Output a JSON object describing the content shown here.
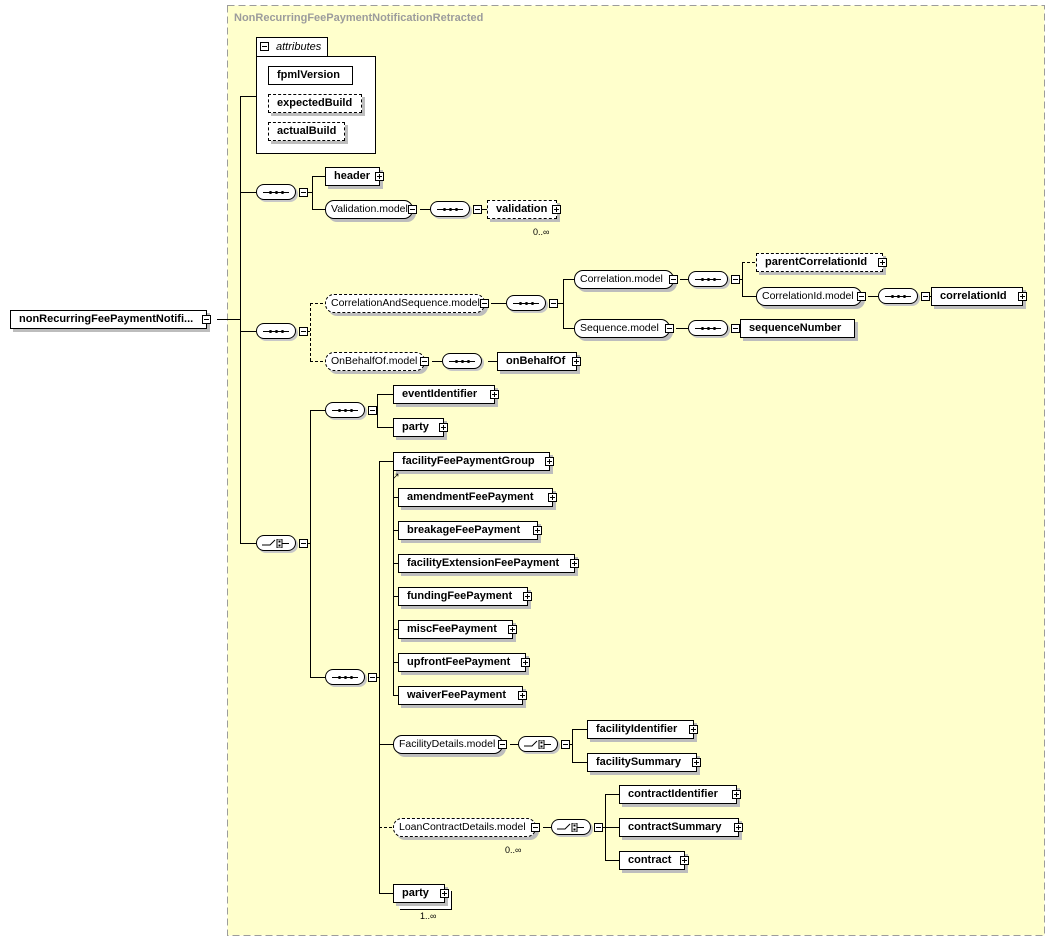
{
  "title": "NonRecurringFeePaymentNotificationRetracted",
  "root": "nonRecurringFeePaymentNotifi...",
  "attributes": {
    "label": "attributes",
    "items": [
      "fpmlVersion",
      "expectedBuild",
      "actualBuild"
    ]
  },
  "nodes": {
    "header": "header",
    "validation_model": "Validation.model",
    "validation": "validation",
    "validation_card": "0..∞",
    "correlation_and_sequence_model": "CorrelationAndSequence.model",
    "correlation_model": "Correlation.model",
    "parent_correlation_id": "parentCorrelationId",
    "correlation_id_model": "CorrelationId.model",
    "correlation_id": "correlationId",
    "sequence_model": "Sequence.model",
    "sequence_number": "sequenceNumber",
    "on_behalf_of_model": "OnBehalfOf.model",
    "on_behalf_of": "onBehalfOf",
    "event_identifier": "eventIdentifier",
    "party_1": "party",
    "facility_fee_payment_group": "facilityFeePaymentGroup",
    "amendment_fee_payment": "amendmentFeePayment",
    "breakage_fee_payment": "breakageFeePayment",
    "facility_extension_fee_payment": "facilityExtensionFeePayment",
    "funding_fee_payment": "fundingFeePayment",
    "misc_fee_payment": "miscFeePayment",
    "upfront_fee_payment": "upfrontFeePayment",
    "waiver_fee_payment": "waiverFeePayment",
    "facility_details_model": "FacilityDetails.model",
    "facility_identifier": "facilityIdentifier",
    "facility_summary": "facilitySummary",
    "loan_contract_details_model": "LoanContractDetails.model",
    "loan_contract_card": "0..∞",
    "contract_identifier": "contractIdentifier",
    "contract_summary": "contractSummary",
    "contract": "contract",
    "party_2": "party",
    "party_2_card": "1..∞"
  },
  "colors": {
    "canvas_bg": "#ffffcc",
    "canvas_border": "#9c9c9c",
    "node_shadow": "#bdbdbd",
    "title_text": "#9c9c9c"
  }
}
